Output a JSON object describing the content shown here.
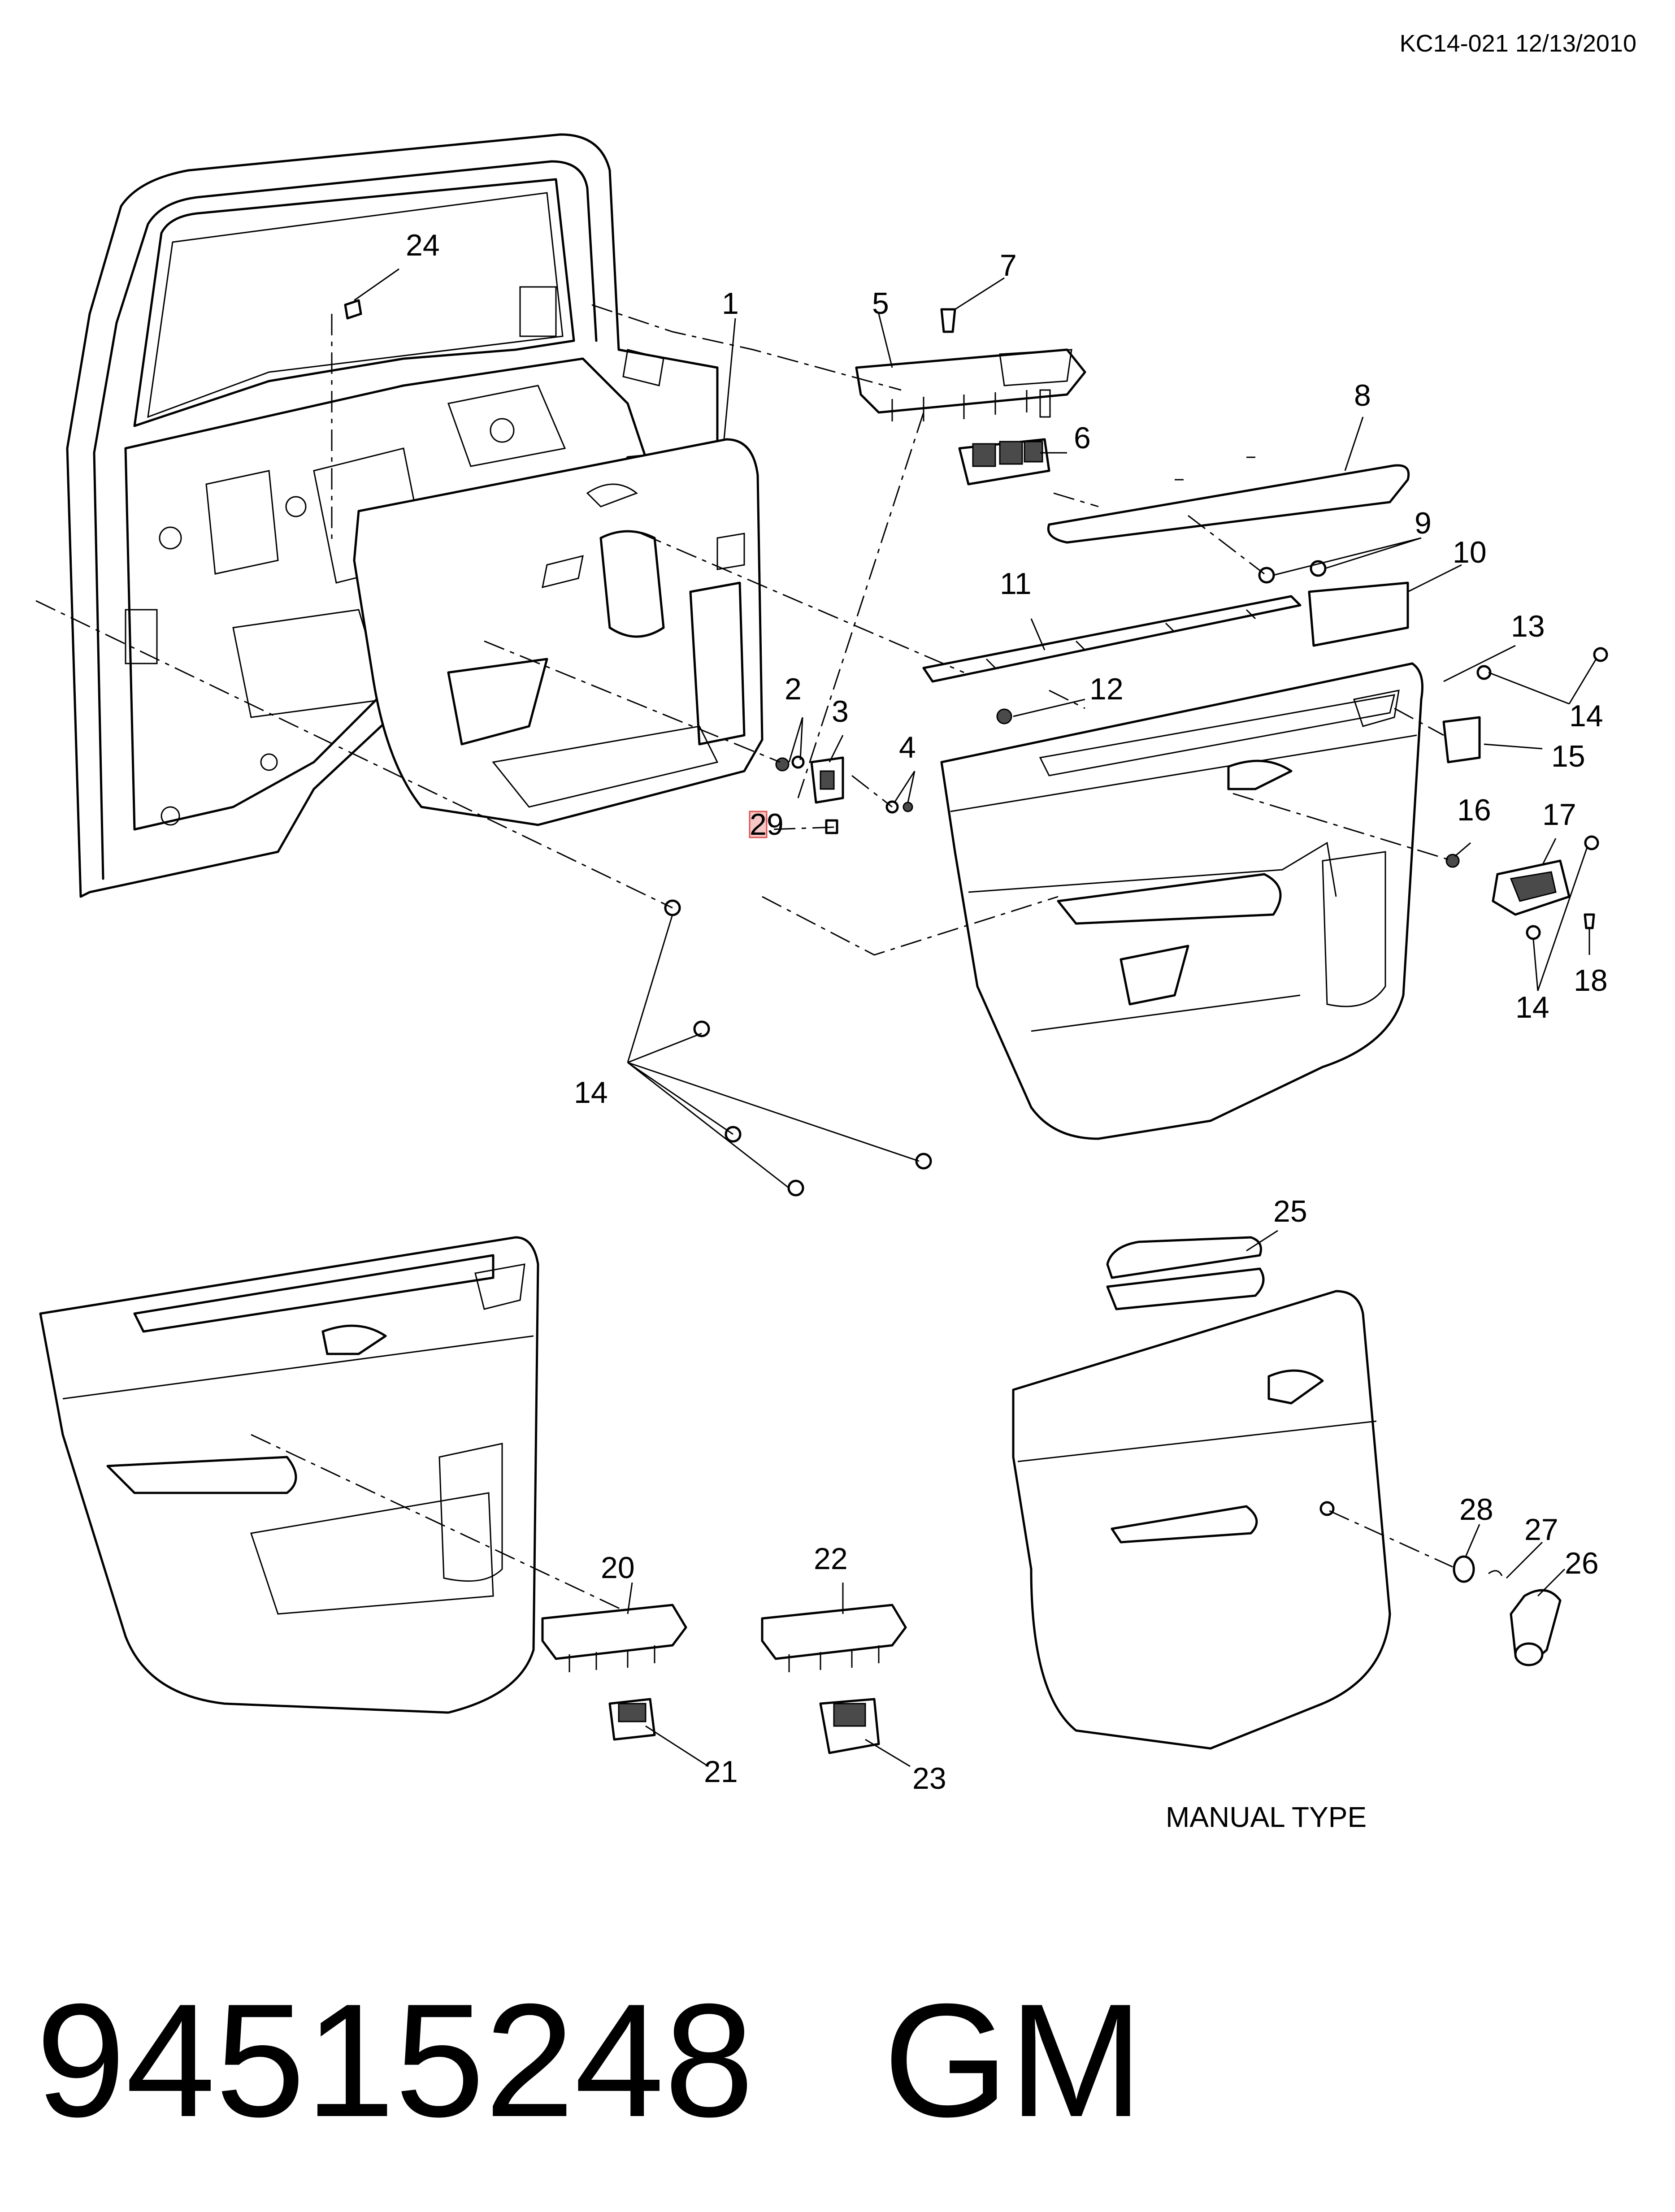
{
  "header": {
    "doc_code": "KC14-021 12/13/2010"
  },
  "callouts": {
    "c1": "1",
    "c2": "2",
    "c3": "3",
    "c4": "4",
    "c5": "5",
    "c6": "6",
    "c7": "7",
    "c8": "8",
    "c9": "9",
    "c10": "10",
    "c11": "11",
    "c12": "12",
    "c13": "13",
    "c14a": "14",
    "c14b": "14",
    "c14c": "14",
    "c15": "15",
    "c16": "16",
    "c17": "17",
    "c18": "18",
    "c20": "20",
    "c21": "21",
    "c22": "22",
    "c23": "23",
    "c24": "24",
    "c25": "25",
    "c26": "26",
    "c27": "27",
    "c28": "28",
    "c29": "29"
  },
  "labels": {
    "manual_type": "MANUAL TYPE"
  },
  "footer": {
    "part_number": "94515248",
    "brand": "GM"
  },
  "colors": {
    "line": "#000000",
    "background": "#ffffff",
    "highlight": "#f6c6c6"
  }
}
